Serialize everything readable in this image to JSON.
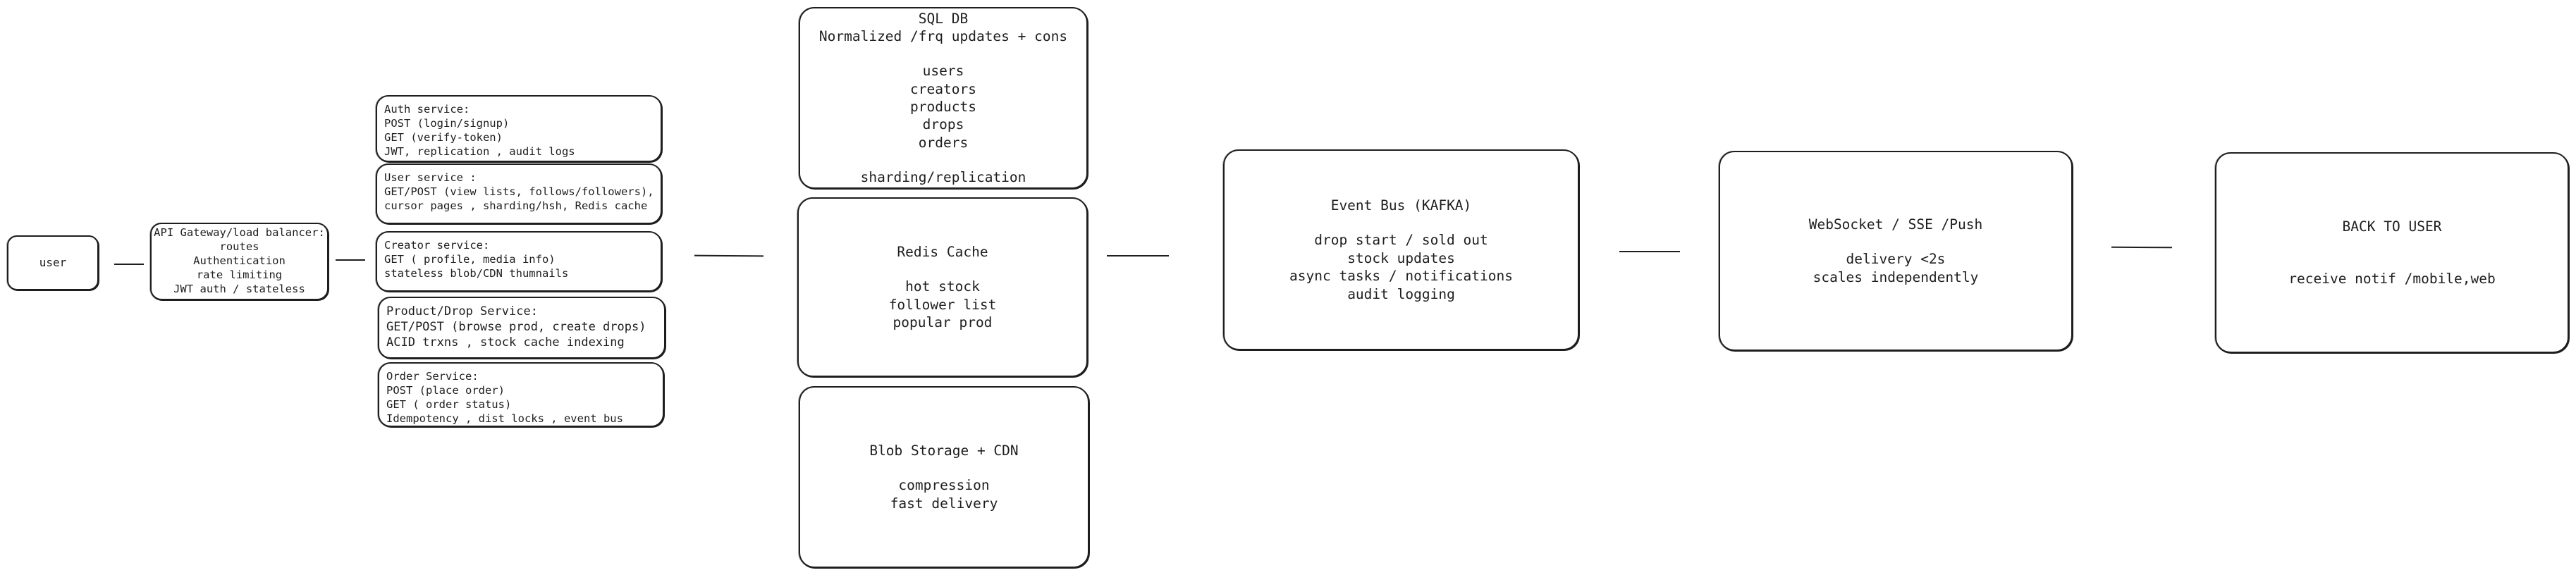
{
  "user": {
    "label": "user"
  },
  "gateway": {
    "lines": [
      "API Gateway/load balancer:",
      "routes",
      "Authentication",
      "rate limiting",
      "JWT auth / stateless"
    ]
  },
  "services": [
    {
      "title": "Auth service:",
      "lines": [
        "POST (login/signup)",
        "GET (verify-token)",
        "JWT, replication , audit logs"
      ]
    },
    {
      "title": "User service :",
      "lines": [
        "GET/POST (view lists, follows/followers),",
        "cursor pages , sharding/hsh, Redis cache"
      ]
    },
    {
      "title": "Creator service:",
      "lines": [
        "GET ( profile, media info)",
        "stateless blob/CDN thumnails"
      ]
    },
    {
      "title": "Product/Drop Service:",
      "lines": [
        "GET/POST (browse prod, create drops)",
        "ACID trxns , stock cache indexing"
      ]
    },
    {
      "title": "Order Service:",
      "lines": [
        "POST (place order)",
        "GET ( order status)",
        "Idempotency , dist locks , event bus"
      ]
    }
  ],
  "sql_db": {
    "title": "SQL DB",
    "subtitle": "Normalized /frq updates + cons",
    "tables": [
      "users",
      "creators",
      "products",
      "drops",
      "orders"
    ],
    "footer": "sharding/replication"
  },
  "redis": {
    "title": "Redis Cache",
    "lines": [
      "hot stock",
      "follower list",
      "popular prod"
    ]
  },
  "blob": {
    "title": "Blob Storage + CDN",
    "lines": [
      "compression",
      "fast delivery"
    ]
  },
  "event_bus": {
    "title": "Event Bus (KAFKA)",
    "lines": [
      "drop start / sold out",
      "stock updates",
      "async tasks / notifications",
      "audit logging"
    ]
  },
  "websocket": {
    "title": "WebSocket / SSE /Push",
    "lines": [
      "delivery <2s",
      "scales independently"
    ]
  },
  "back_to_user": {
    "title": "BACK TO USER",
    "lines": [
      "receive notif /mobile,web"
    ]
  }
}
